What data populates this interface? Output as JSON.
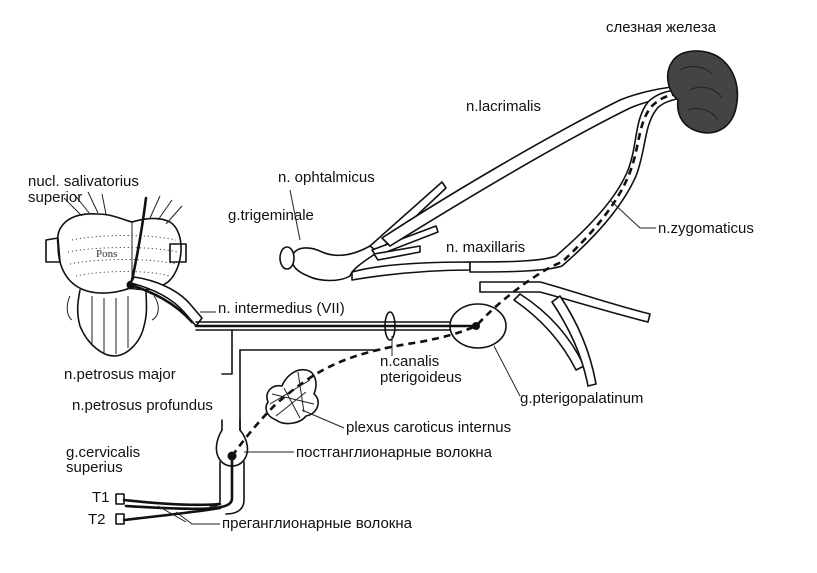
{
  "labels": {
    "lacrimal_gland": "слезная железа",
    "n_lacrimalis": "n.lacrimalis",
    "nucl_salivatorius_line1": "nucl. salivatorius",
    "nucl_salivatorius_line2": "superior",
    "n_ophtalmicus": "n. ophtalmicus",
    "g_trigeminale": "g.trigeminale",
    "n_zygomaticus": "n.zygomaticus",
    "pons": "Pons",
    "n_maxillaris": "n. maxillaris",
    "n_intermedius": "n. intermedius (VII)",
    "n_canalis_line1": "n.canalis",
    "n_canalis_line2": "pterigoideus",
    "n_petrosus_major": "n.petrosus major",
    "n_petrosus_profundus": "n.petrosus profundus",
    "g_pterigopalatinum": "g.pterigopalatinum",
    "plexus_caroticus": "plexus caroticus internus",
    "g_cervicalis_line1": "g.cervicalis",
    "g_cervicalis_line2": "superius",
    "postganglionic": "постганглионарные волокна",
    "t1": "T1",
    "t2": "T2",
    "preganglionic": "преганглионарные волокна"
  },
  "colors": {
    "line": "#111111",
    "background": "#ffffff"
  }
}
